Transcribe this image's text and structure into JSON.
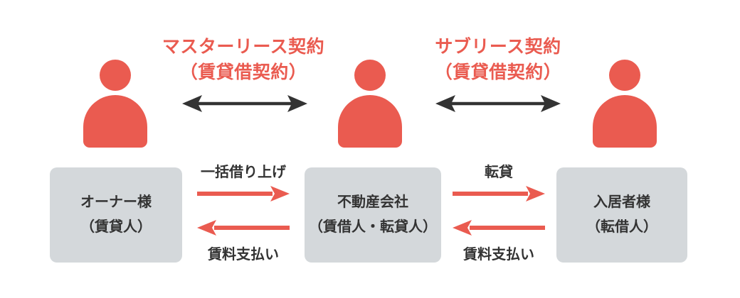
{
  "colors": {
    "accent": "#EA5B50",
    "dark": "#333333",
    "box": "#D4D8DB"
  },
  "contracts": [
    {
      "line1": "マスターリース契約",
      "line2": "（賃貸借契約）"
    },
    {
      "line1": "サブリース契約",
      "line2": "（賃貸借契約）"
    }
  ],
  "parties": [
    {
      "name": "オーナー様",
      "role": "（賃貸人）"
    },
    {
      "name": "不動産会社",
      "role": "（賃借人・転貸人）"
    },
    {
      "name": "入居者様",
      "role": "（転借人）"
    }
  ],
  "flows": [
    {
      "forward": "一括借り上げ",
      "back": "賃料支払い"
    },
    {
      "forward": "転貸",
      "back": "賃料支払い"
    }
  ]
}
